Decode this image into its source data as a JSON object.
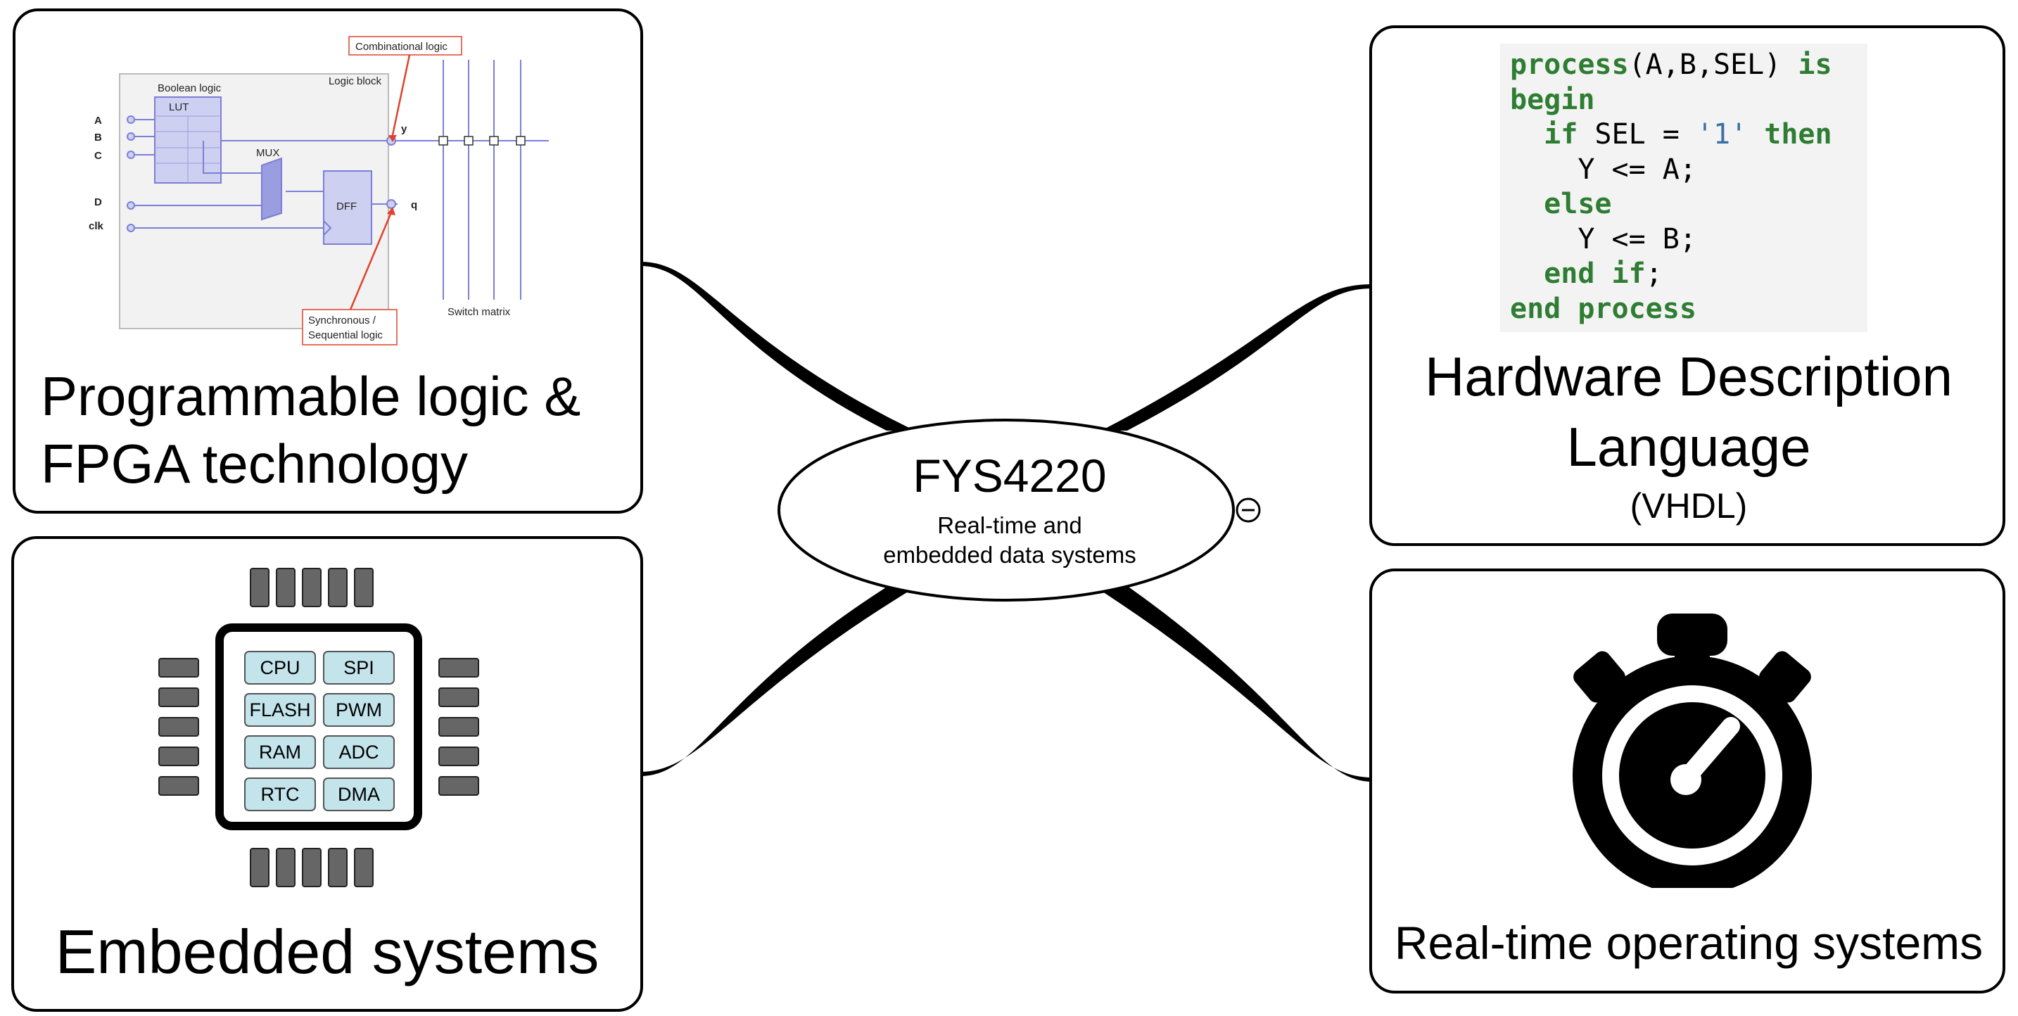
{
  "center": {
    "title": "FYS4220",
    "subtitle_line1": "Real-time and",
    "subtitle_line2": "embedded data systems",
    "collapse_symbol": "⊖"
  },
  "nodes": {
    "fpga": {
      "label_line1": "Programmable logic &",
      "label_line2": "FPGA technology",
      "diagram": {
        "combinational_callout": "Combinational logic",
        "logic_block": "Logic block",
        "boolean_logic": "Boolean logic",
        "lut": "LUT",
        "mux": "MUX",
        "dff": "DFF",
        "inputs": [
          "A",
          "B",
          "C",
          "D",
          "clk"
        ],
        "output_y": "y",
        "output_q": "q",
        "sync_callout_line1": "Synchronous /",
        "sync_callout_line2": "Sequential logic",
        "switch_matrix": "Switch matrix"
      }
    },
    "hdl": {
      "label_line1": "Hardware Description",
      "label_line2": "Language",
      "label_line3": "(VHDL)",
      "code": {
        "l1_kw": "process",
        "l1_plain": "(A,B,SEL) ",
        "l1_kw2": "is",
        "l2_kw": "begin",
        "l3_indent": "  ",
        "l3_kw": "if",
        "l3_plain": " SEL = ",
        "l3_str": "'1'",
        "l3_kw2": "then",
        "l4": "    Y <= A;",
        "l5_indent": "  ",
        "l5_kw": "else",
        "l6": "    Y <= B;",
        "l7_indent": "  ",
        "l7_kw": "end if",
        "l7_plain": ";",
        "l8_kw": "end process"
      }
    },
    "embedded": {
      "label": "Embedded systems",
      "chip_blocks": [
        "CPU",
        "SPI",
        "FLASH",
        "PWM",
        "RAM",
        "ADC",
        "RTC",
        "DMA"
      ]
    },
    "rtos": {
      "label": "Real-time operating systems",
      "icon": "stopwatch-icon"
    }
  },
  "colors": {
    "fpga_accent": "#7b7fd6",
    "fpga_fill": "#cdd0f1",
    "callout_red": "#e0412c",
    "chip_block": "#c3e4ea",
    "pin_gray": "#666666",
    "code_keyword": "#2e7d32",
    "code_string": "#3a6ea5"
  }
}
